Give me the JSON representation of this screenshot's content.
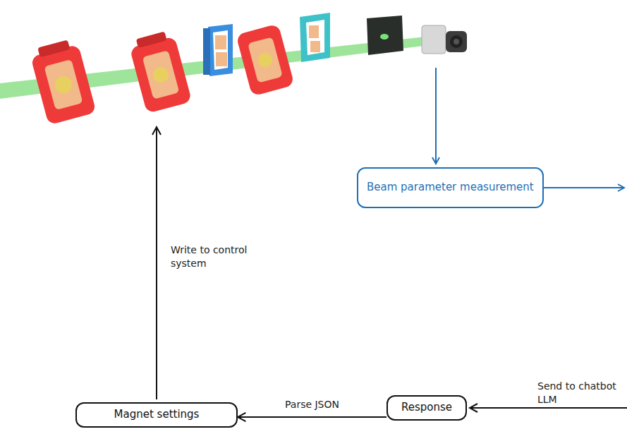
{
  "diagram": {
    "nodes": [
      {
        "text": [
          "Beam parameter measurement"
        ]
      },
      {
        "text": [
          "Magnet settings"
        ]
      },
      {
        "text": [
          "Response"
        ]
      }
    ],
    "edges": [
      {
        "from": 2,
        "to": 1,
        "label": "Parse JSON",
        "arrow": "to"
      }
    ],
    "labels": [
      "Write to control system",
      "Send to chatbot LLM"
    ]
  }
}
